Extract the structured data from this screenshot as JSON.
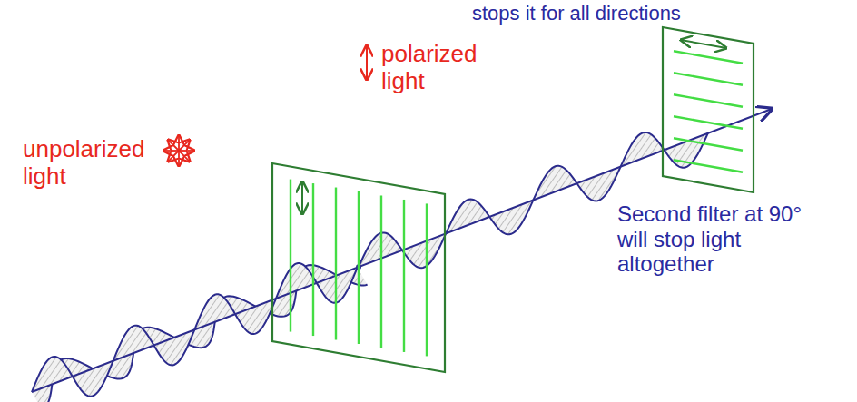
{
  "diagram": {
    "labels": [
      "stops it for all directions",
      "unpolarized light",
      "polarized light",
      "Second filter at 90° will stop light altogether"
    ]
  }
}
